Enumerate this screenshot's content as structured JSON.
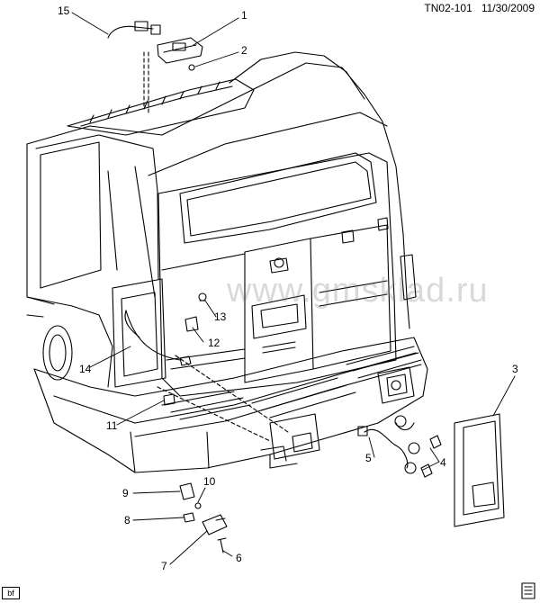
{
  "header": {
    "code": "TN02-101",
    "date": "11/30/2009"
  },
  "watermark": "www.gmsklad.ru",
  "footer": {
    "tag": "bf"
  },
  "callouts": [
    "1",
    "2",
    "3",
    "4",
    "5",
    "6",
    "7",
    "8",
    "9",
    "10",
    "11",
    "12",
    "13",
    "14",
    "15"
  ]
}
